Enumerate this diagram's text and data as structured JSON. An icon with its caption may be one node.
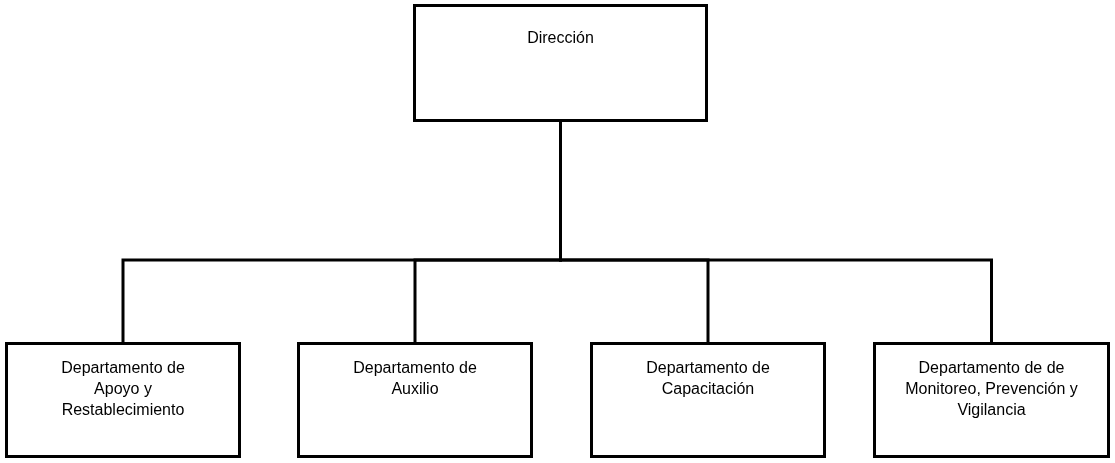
{
  "diagram": {
    "nodes": [
      {
        "text": [
          "Dirección"
        ]
      },
      {
        "text": [
          "Departamento de Apoyo y Restablecimiento"
        ]
      },
      {
        "text": [
          "Departamento de Auxilio"
        ]
      },
      {
        "text": [
          "Departamento de Capacitación"
        ]
      },
      {
        "text": [
          "Departamento de de Monitoreo, Prevención y Vigilancia"
        ]
      }
    ],
    "edges": [
      {
        "from": 0,
        "to": 1,
        "arrow": "none"
      },
      {
        "from": 0,
        "to": 2,
        "arrow": "none"
      },
      {
        "from": 0,
        "to": 3,
        "arrow": "none"
      },
      {
        "from": 0,
        "to": 4,
        "arrow": "none"
      }
    ]
  }
}
